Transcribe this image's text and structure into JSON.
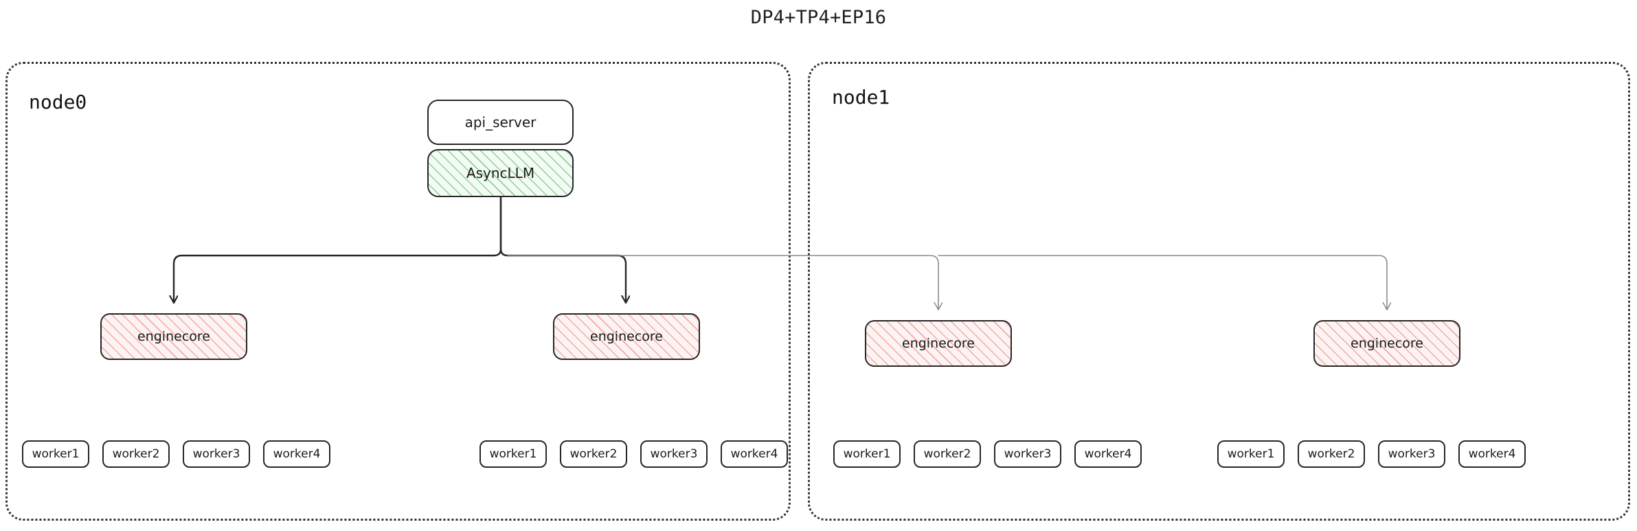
{
  "title": "DP4+TP4+EP16",
  "colors": {
    "hatch_green": "#68c478",
    "hatch_pink": "#e98d88",
    "edge_dark": "#262626",
    "edge_light": "#8a8a8a",
    "container_border": "#333333"
  },
  "nodes": [
    {
      "id": "node0",
      "label": "node0",
      "boxes": {
        "api_server": "api_server",
        "async_llm": "AsyncLLM"
      },
      "enginecores": [
        {
          "label": "enginecore"
        },
        {
          "label": "enginecore"
        }
      ],
      "worker_groups": [
        {
          "workers": [
            "worker1",
            "worker2",
            "worker3",
            "worker4"
          ]
        },
        {
          "workers": [
            "worker1",
            "worker2",
            "worker3",
            "worker4"
          ]
        }
      ]
    },
    {
      "id": "node1",
      "label": "node1",
      "enginecores": [
        {
          "label": "enginecore"
        },
        {
          "label": "enginecore"
        }
      ],
      "worker_groups": [
        {
          "workers": [
            "worker1",
            "worker2",
            "worker3",
            "worker4"
          ]
        },
        {
          "workers": [
            "worker1",
            "worker2",
            "worker3",
            "worker4"
          ]
        }
      ]
    }
  ]
}
